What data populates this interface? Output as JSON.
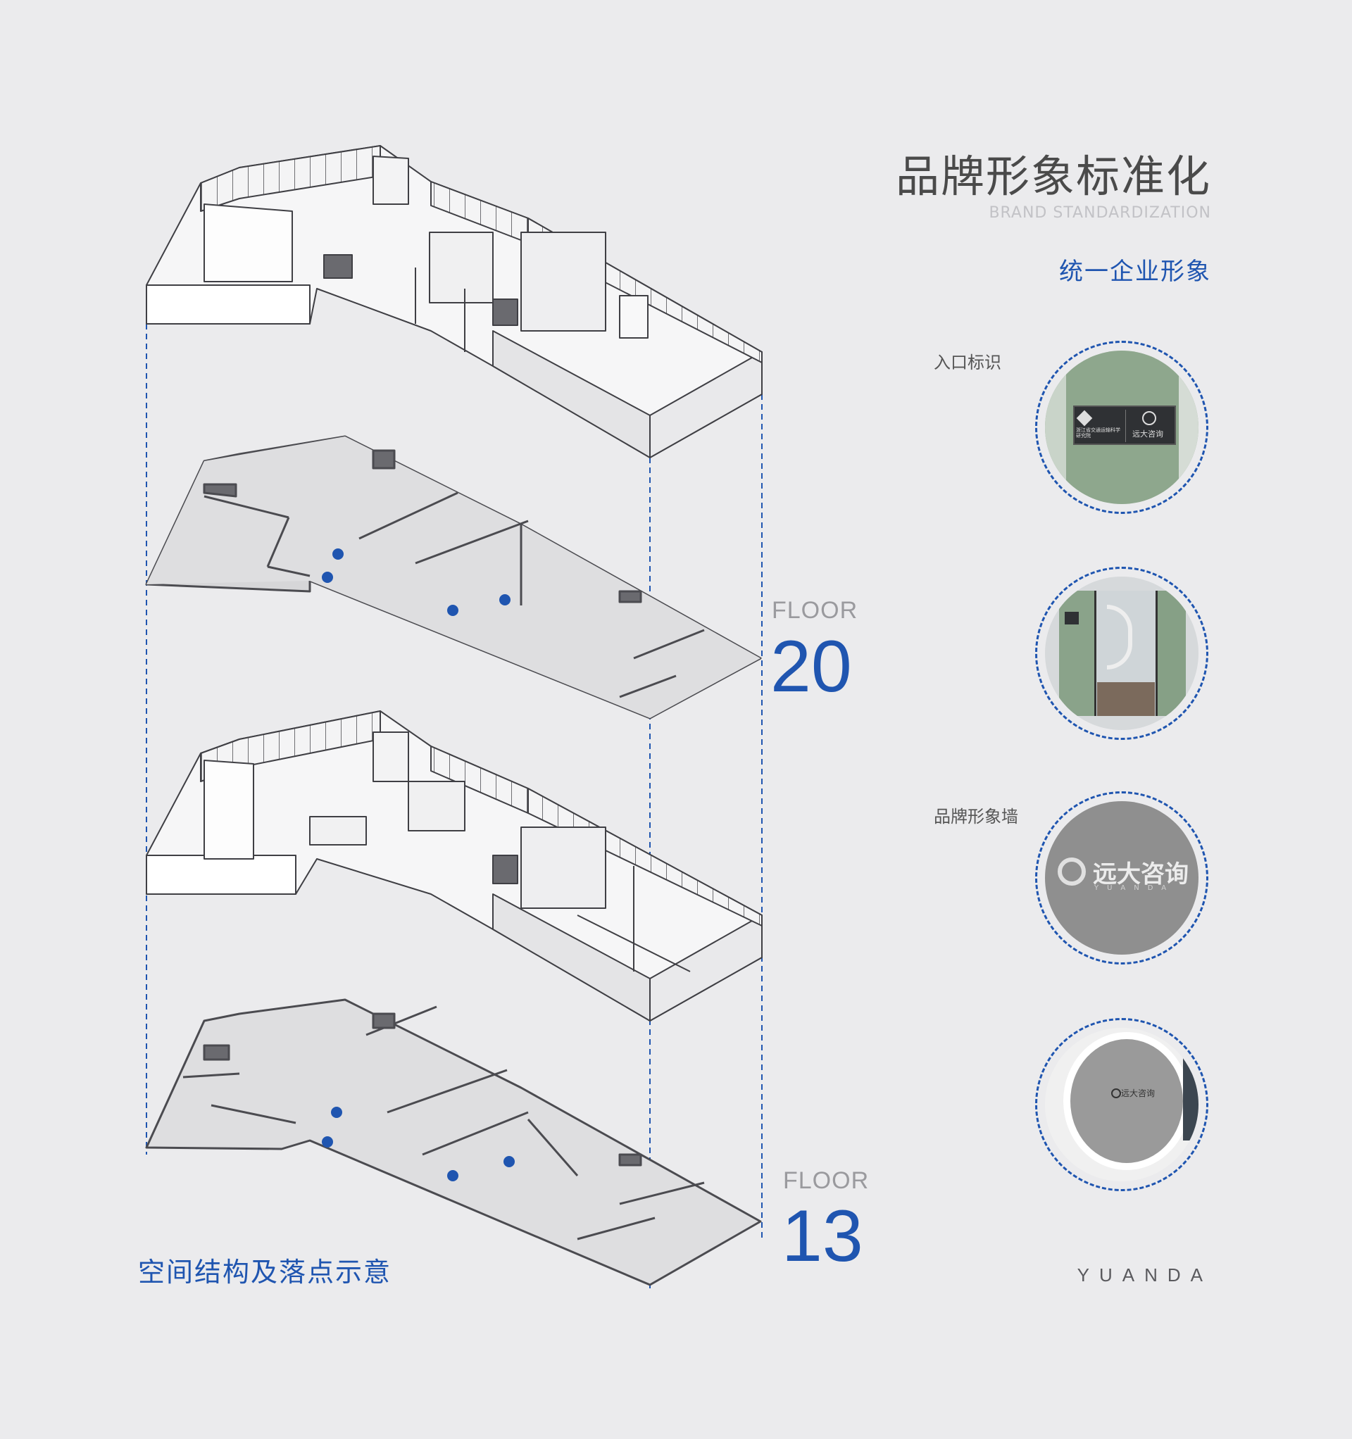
{
  "header": {
    "title": "品牌形象标准化",
    "subtitle": "BRAND STANDARDIZATION",
    "tagline": "统一企业形象"
  },
  "floors": [
    {
      "word": "FLOOR",
      "number": "20"
    },
    {
      "word": "FLOOR",
      "number": "13"
    }
  ],
  "caption": "空间结构及落点示意",
  "section_labels": {
    "entrance": "入口标识",
    "brand_wall": "品牌形象墙"
  },
  "photos": {
    "entrance_sign": {
      "left_text": "浙江省交通运输科学研究院",
      "right_text": "远大咨询"
    },
    "brand_wall": {
      "logo_text": "远大咨询",
      "logo_sub": "YUANDA"
    },
    "reception": {
      "logo_text": "远大咨询"
    }
  },
  "footer": {
    "brand": "YUANDA"
  },
  "colors": {
    "accent": "#1f55b0",
    "background": "#ebebed",
    "wall_green": "#8fa88f",
    "concrete": "#8f8f8f"
  }
}
